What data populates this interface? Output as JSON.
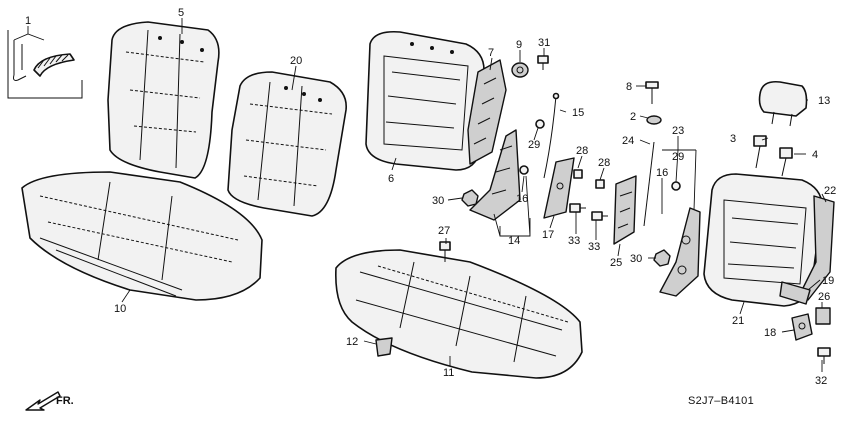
{
  "diagram": {
    "code": "S2J7–B4101",
    "front_label": "FR.",
    "callouts": [
      {
        "id": "c1",
        "label": "1"
      },
      {
        "id": "c5",
        "label": "5"
      },
      {
        "id": "c20",
        "label": "20"
      },
      {
        "id": "c6",
        "label": "6"
      },
      {
        "id": "c7",
        "label": "7"
      },
      {
        "id": "c9",
        "label": "9"
      },
      {
        "id": "c31",
        "label": "31"
      },
      {
        "id": "c8",
        "label": "8"
      },
      {
        "id": "c13",
        "label": "13"
      },
      {
        "id": "c2",
        "label": "2"
      },
      {
        "id": "c15",
        "label": "15"
      },
      {
        "id": "c29a",
        "label": "29"
      },
      {
        "id": "c3",
        "label": "3"
      },
      {
        "id": "c4",
        "label": "4"
      },
      {
        "id": "c24",
        "label": "24"
      },
      {
        "id": "c23",
        "label": "23"
      },
      {
        "id": "c29b",
        "label": "29"
      },
      {
        "id": "c28a",
        "label": "28"
      },
      {
        "id": "c28b",
        "label": "28"
      },
      {
        "id": "c16a",
        "label": "16"
      },
      {
        "id": "c16b",
        "label": "16"
      },
      {
        "id": "c30a",
        "label": "30"
      },
      {
        "id": "c14",
        "label": "14"
      },
      {
        "id": "c17",
        "label": "17"
      },
      {
        "id": "c33a",
        "label": "33"
      },
      {
        "id": "c33b",
        "label": "33"
      },
      {
        "id": "c25",
        "label": "25"
      },
      {
        "id": "c22",
        "label": "22"
      },
      {
        "id": "c10",
        "label": "10"
      },
      {
        "id": "c27",
        "label": "27"
      },
      {
        "id": "c30b",
        "label": "30"
      },
      {
        "id": "c19",
        "label": "19"
      },
      {
        "id": "c26",
        "label": "26"
      },
      {
        "id": "c21",
        "label": "21"
      },
      {
        "id": "c18",
        "label": "18"
      },
      {
        "id": "c12",
        "label": "12"
      },
      {
        "id": "c11",
        "label": "11"
      },
      {
        "id": "c32",
        "label": "32"
      }
    ]
  }
}
